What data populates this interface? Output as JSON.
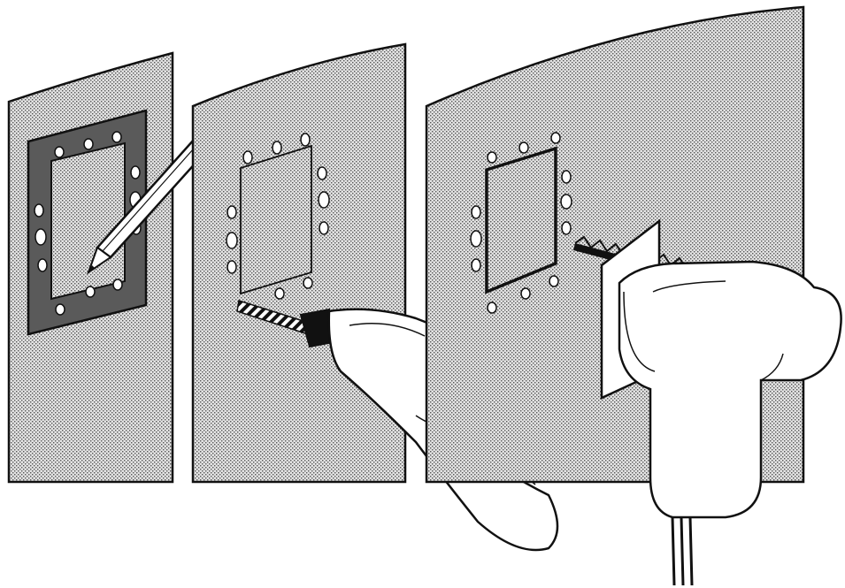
{
  "illustration": {
    "steps": [
      {
        "id": "step-1",
        "tool": "pencil",
        "action": "trace-template-outline"
      },
      {
        "id": "step-2",
        "tool": "drill",
        "action": "drill-corner-and-bolt-holes"
      },
      {
        "id": "step-3",
        "tool": "jigsaw",
        "action": "cut-opening"
      }
    ],
    "colors": {
      "ink": "#111111",
      "panel_fill": "#c9c9c9",
      "template_fill": "#5a5a5a",
      "tool_body": "#ffffff"
    },
    "icons": [
      "pencil-icon",
      "drill-icon",
      "jigsaw-icon"
    ]
  }
}
